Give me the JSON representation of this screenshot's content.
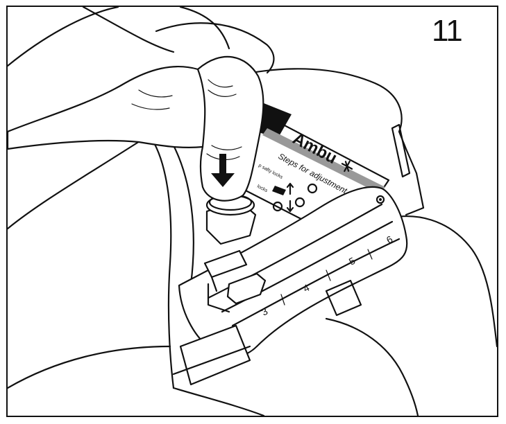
{
  "step_number": "11",
  "label": {
    "brand": "Ambu",
    "brand_mark": "plus-cross-icon",
    "heading": "Steps for adjustment",
    "line_1": "p safty locks",
    "line_2": "locks"
  },
  "scale": {
    "ticks": [
      "3",
      "4",
      "5",
      "6"
    ]
  },
  "colors": {
    "line": "#111111",
    "label_band": "#999999",
    "background": "#ffffff"
  }
}
